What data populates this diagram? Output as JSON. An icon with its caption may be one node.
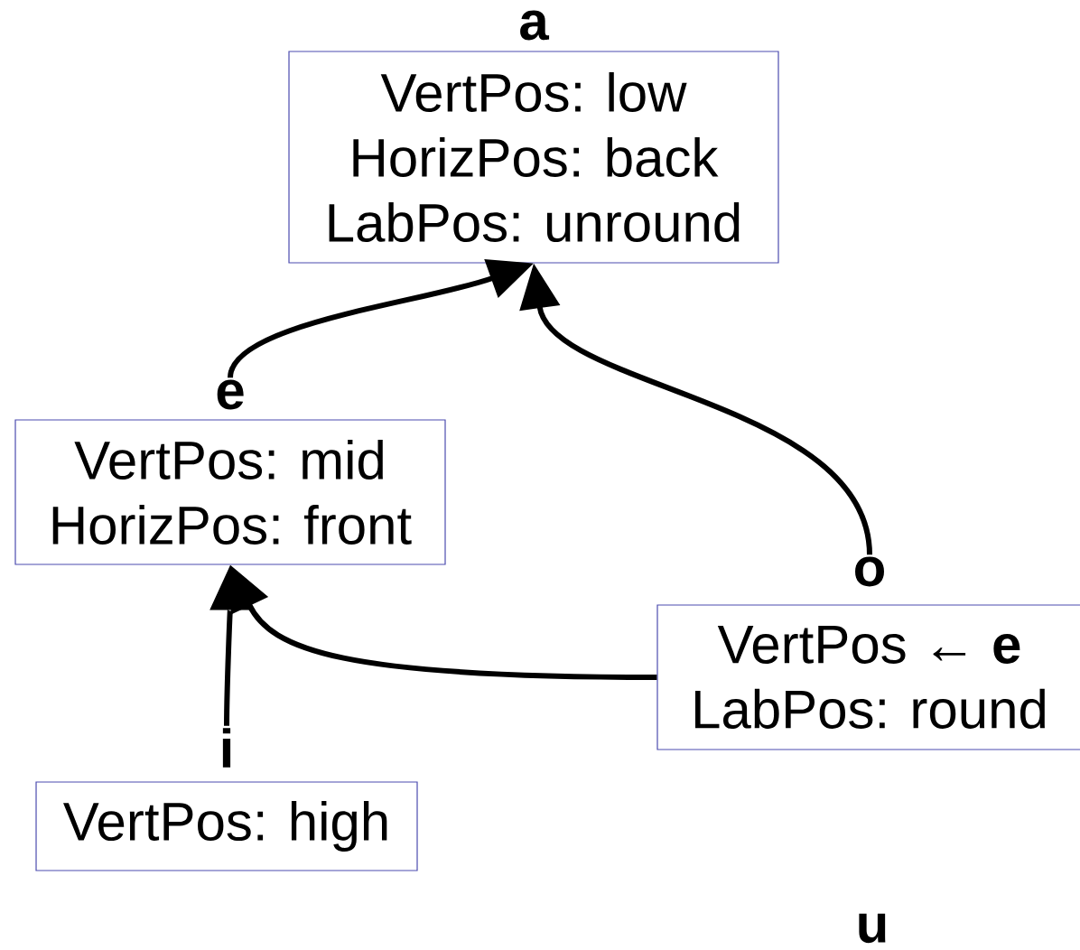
{
  "diagram": {
    "nodes": [
      {
        "text": [
          "a",
          "VertPos: low",
          "HorizPos: back",
          "LabPos: unround"
        ]
      },
      {
        "text": [
          "e",
          "VertPos: mid",
          "HorizPos: front"
        ]
      },
      {
        "text": [
          "o",
          "VertPos ← **e**",
          "LabPos: round"
        ]
      },
      {
        "text": [
          "i",
          "VertPos: high"
        ]
      }
    ],
    "edges": [
      {
        "from": 1,
        "to": 0,
        "arrow": "to"
      },
      {
        "from": 2,
        "to": 0,
        "arrow": "to"
      },
      {
        "from": 3,
        "to": 1,
        "arrow": "to"
      },
      {
        "from": 2,
        "to": 1,
        "arrow": "to"
      }
    ],
    "labels": [
      "u"
    ]
  }
}
